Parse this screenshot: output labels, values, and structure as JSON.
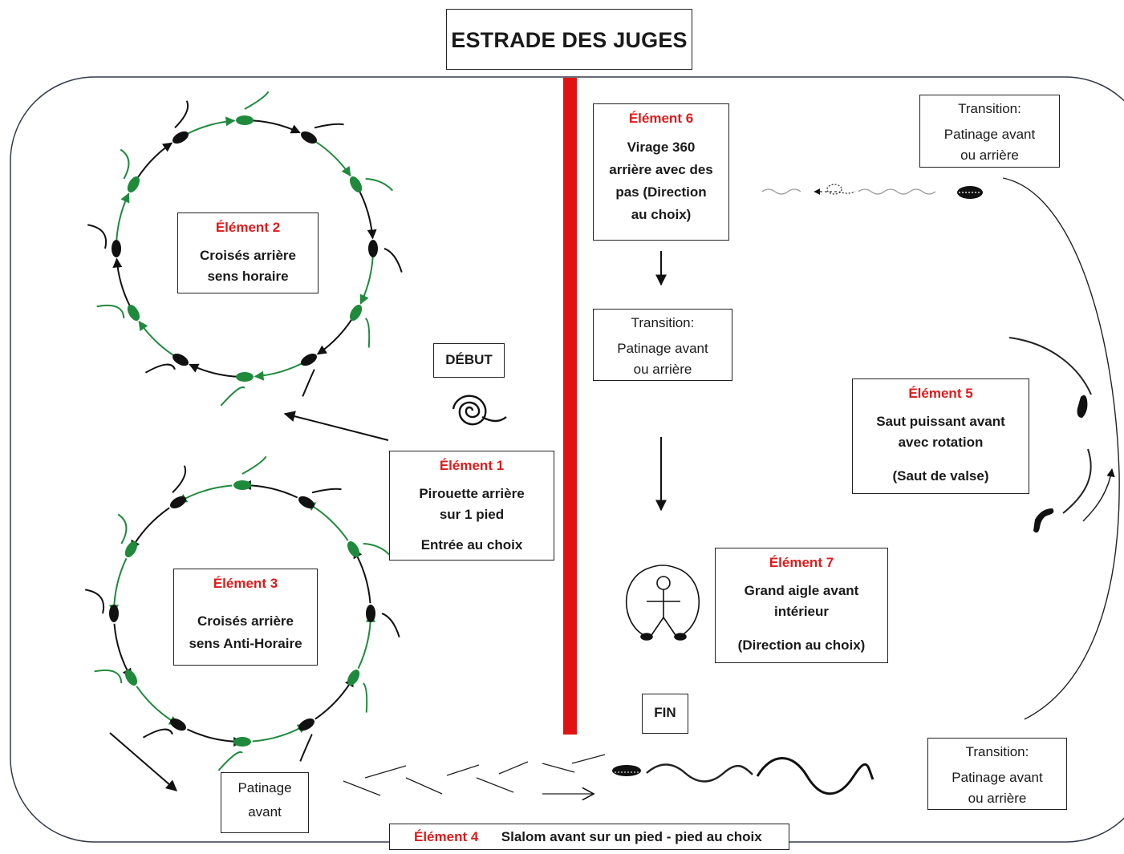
{
  "header": {
    "title": "ESTRADE DES JUGES"
  },
  "labels": {
    "debut": "DÉBUT",
    "fin": "FIN",
    "patinage_avant": [
      "Patinage",
      "avant"
    ]
  },
  "elements": {
    "e1": {
      "title": "Élément 1",
      "lines": [
        "Pirouette arrière",
        "sur 1 pied"
      ],
      "extra": "Entrée  au choix"
    },
    "e2": {
      "title": "Élément 2",
      "lines": [
        "Croisés arrière",
        "sens horaire"
      ]
    },
    "e3": {
      "title": "Élément 3",
      "lines": [
        "Croisés arrière",
        "sens Anti-Horaire"
      ]
    },
    "e4": {
      "title": "Élément 4",
      "text": "Slalom avant sur un pied - pied au choix"
    },
    "e5": {
      "title": "Élément 5",
      "lines": [
        "Saut puissant avant",
        "avec rotation"
      ],
      "extra": "(Saut de valse)"
    },
    "e6": {
      "title": "Élément 6",
      "lines": [
        "Virage 360",
        "arrière avec des",
        "pas (Direction",
        "au choix)"
      ]
    },
    "e7": {
      "title": "Élément 7",
      "lines": [
        "Grand aigle avant",
        "intérieur"
      ],
      "extra": "(Direction au choix)"
    }
  },
  "transitions": {
    "t1": [
      "Transition:",
      "Patinage avant",
      "ou arrière"
    ],
    "t2": [
      "Transition:",
      "Patinage avant",
      "ou arrière"
    ],
    "t3": [
      "Transition:",
      "Patinage avant",
      "ou arrière"
    ]
  },
  "colors": {
    "center_line": "#e31212",
    "element_title": "#e01a1a",
    "footprint_green": "#1f8a3c",
    "footprint_black": "#111111"
  }
}
